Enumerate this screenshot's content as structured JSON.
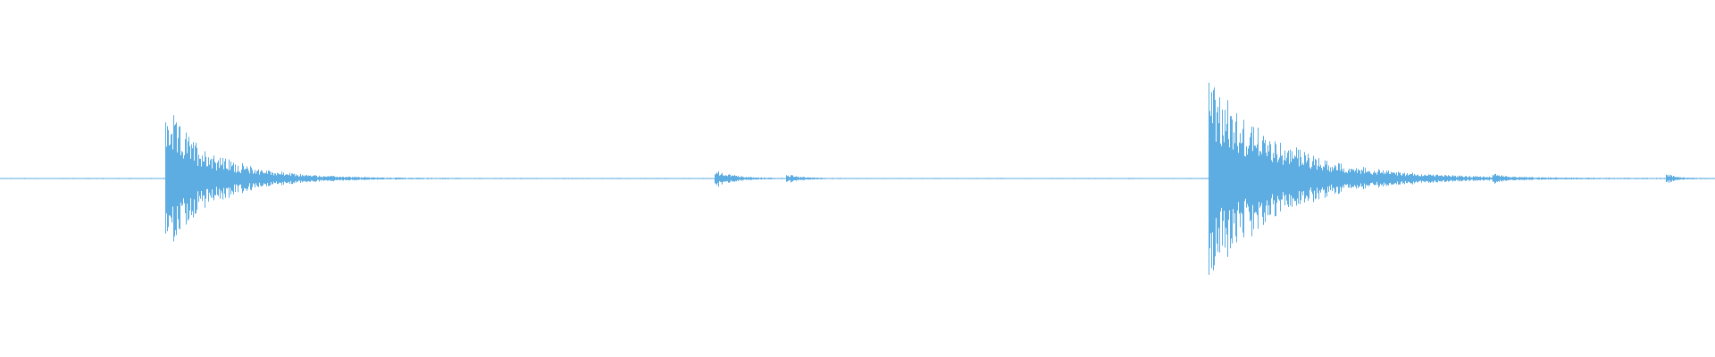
{
  "waveform": {
    "color": "#5dade2",
    "background": "#ffffff",
    "transients": [
      {
        "time": 0.097,
        "amplitude": 0.66,
        "decay": 0.028
      },
      {
        "time": 0.417,
        "amplitude": 0.09,
        "decay": 0.01
      },
      {
        "time": 0.459,
        "amplitude": 0.04,
        "decay": 0.008
      },
      {
        "time": 0.705,
        "amplitude": 1.0,
        "decay": 0.04
      },
      {
        "time": 0.871,
        "amplitude": 0.04,
        "decay": 0.005
      },
      {
        "time": 0.972,
        "amplitude": 0.05,
        "decay": 0.005
      }
    ],
    "noise_floor": 0.004
  }
}
